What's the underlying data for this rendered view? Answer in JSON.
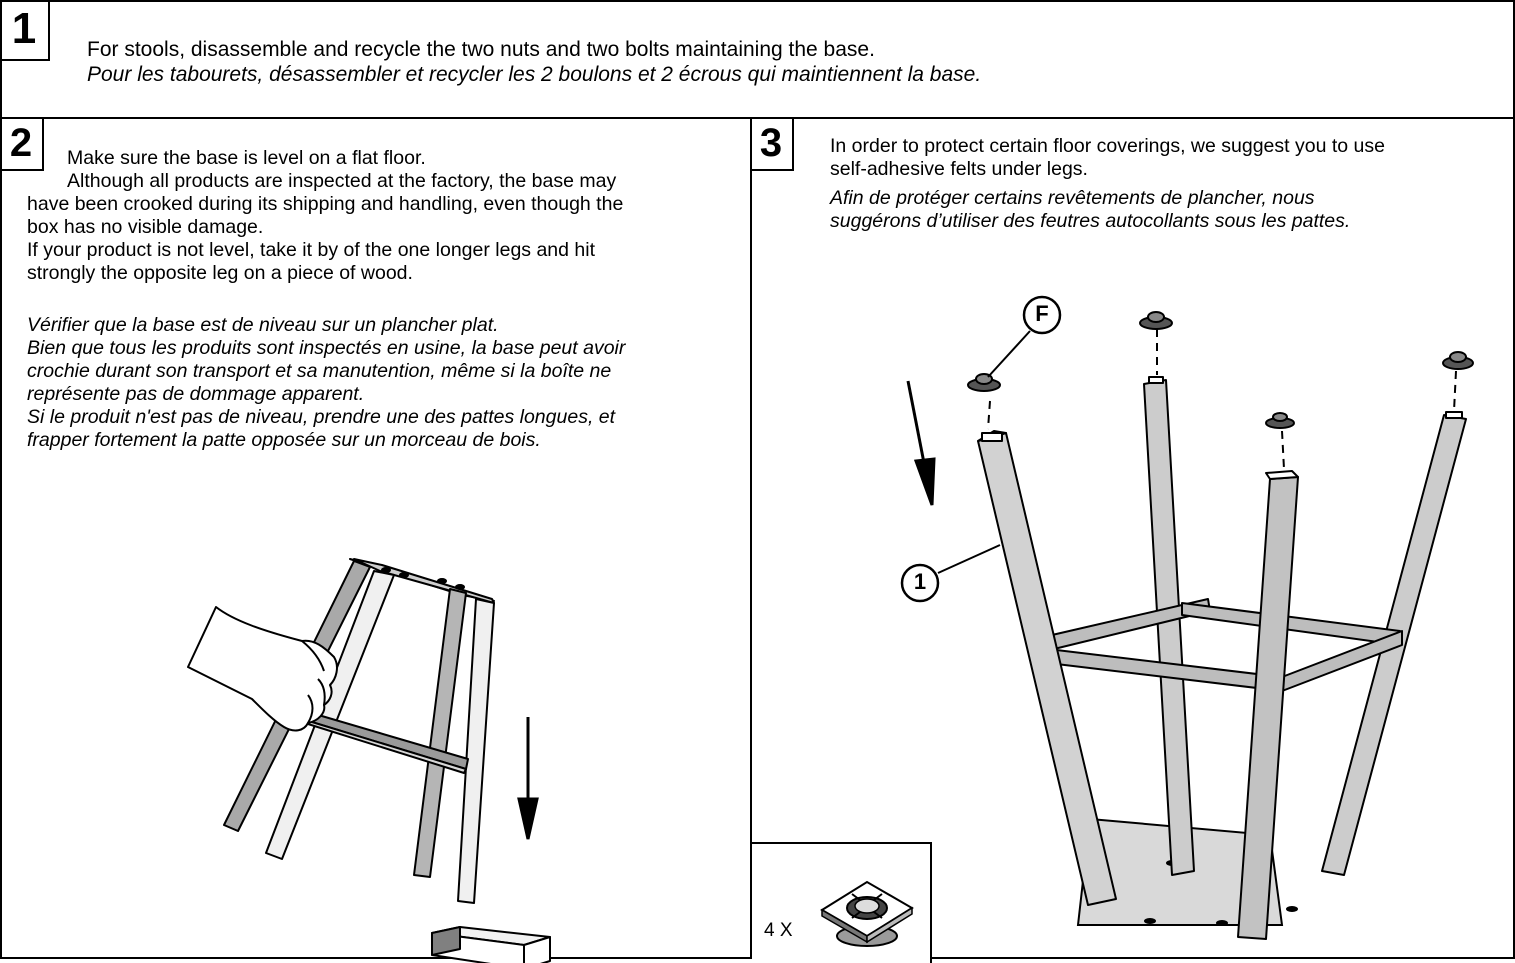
{
  "step1": {
    "number": "1",
    "text_en": "For stools, disassemble and recycle the two nuts and two bolts maintaining the base.",
    "text_fr": "Pour les tabourets, désassembler et recycler les 2 boulons et 2 écrous qui maintiennent la base."
  },
  "step2": {
    "number": "2",
    "line1": "Make sure the base is level on a flat floor.",
    "line2": "Although all products are inspected at the factory, the base may",
    "line3": "have been crooked during its shipping and handling, even though the",
    "line4": "box has no visible damage.",
    "line5": "If your product is not level, take it by of the one longer legs and hit",
    "line6": "strongly the opposite leg on a piece of wood.",
    "fr1": "Vérifier que la base est de niveau sur un plancher plat.",
    "fr2": "Bien que tous les produits sont inspectés en usine, la base peut avoir",
    "fr3": "crochie durant son transport et sa manutention, même si la boîte ne",
    "fr4": "représente pas de dommage apparent.",
    "fr5": "Si le produit n'est pas de niveau, prendre une des pattes longues, et",
    "fr6": "frapper fortement la patte opposée sur un morceau de bois."
  },
  "step3": {
    "number": "3",
    "en1": "In order to protect certain floor coverings, we suggest you to use",
    "en2": "self-adhesive felts under legs.",
    "fr1": "Afin de protéger certains revêtements de plancher, nous",
    "fr2": "suggérons d’utiliser des feutres autocollants sous les pattes.",
    "callout_part": "F",
    "callout_leg": "1",
    "quantity": "4 X"
  }
}
